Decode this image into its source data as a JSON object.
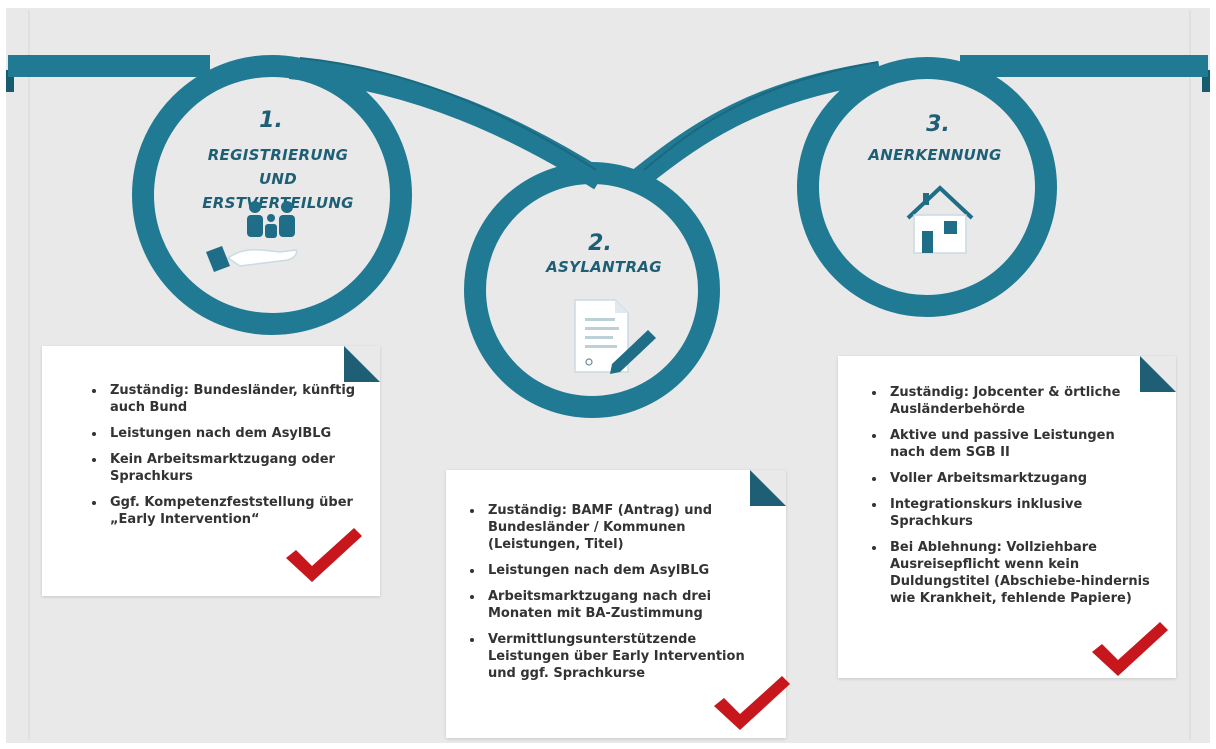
{
  "colors": {
    "background": "#e9e9e9",
    "ribbon": "#217a93",
    "ribbon_dark": "#165b6e",
    "heading": "#1f5f75",
    "check": "#c8161d",
    "text": "#333333"
  },
  "steps": [
    {
      "number": "1.",
      "title_lines": [
        "REGISTRIERUNG",
        "UND",
        "ERSTVERTEILUNG"
      ],
      "icon": "family-hand-icon",
      "items": [
        "Zuständig: Bundesländer, künftig auch Bund",
        "Leistungen nach dem AsylBLG",
        "Kein Arbeitsmarktzugang oder Sprachkurs",
        "Ggf. Kompetenzfeststellung über „Early Intervention“"
      ]
    },
    {
      "number": "2.",
      "title_lines": [
        "ASYLANTRAG"
      ],
      "icon": "document-pen-icon",
      "items": [
        "Zuständig: BAMF (Antrag) und Bundesländer / Kommunen (Leistungen, Titel)",
        "Leistungen nach dem AsylBLG",
        "Arbeitsmarktzugang nach drei Monaten mit BA-Zustimmung",
        "Vermittlungsunterstützende Leistungen über Early Intervention und ggf. Sprachkurse"
      ]
    },
    {
      "number": "3.",
      "title_lines": [
        "ANERKENNUNG"
      ],
      "icon": "house-icon",
      "items": [
        "Zuständig: Jobcenter & örtliche Ausländerbehörde",
        "Aktive und passive Leistungen nach dem SGB II",
        "Voller Arbeitsmarktzugang",
        "Integrationskurs inklusive Sprachkurs",
        "Bei Ablehnung: Vollziehbare Ausreisepflicht wenn kein Duldungstitel (Abschiebe-hindernis wie Krankheit, fehlende Papiere)"
      ]
    }
  ]
}
